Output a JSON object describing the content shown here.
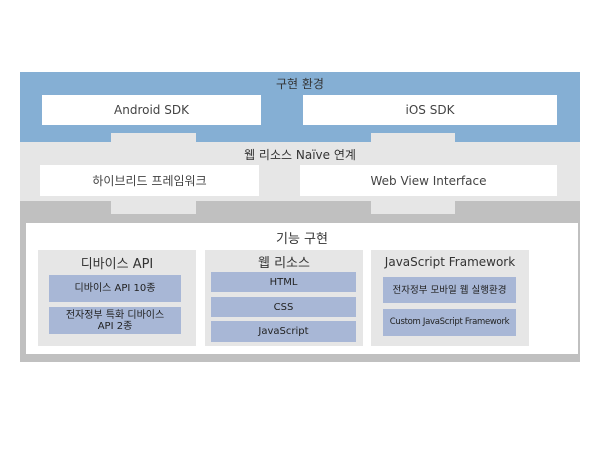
{
  "top": {
    "title": "구현 환경",
    "left": "Android SDK",
    "right": "iOS SDK"
  },
  "mid": {
    "title": "웹 리소스 Naïve 연계",
    "left": "하이브리드 프레임워크",
    "right": "Web View Interface"
  },
  "bottom": {
    "title": "기능 구현",
    "panels": [
      {
        "title": "디바이스 API",
        "items": [
          "디바이스 API 10종",
          "전자정부 특화 디바이스 API 2종"
        ]
      },
      {
        "title": "웹 리소스",
        "items": [
          "HTML",
          "CSS",
          "JavaScript"
        ]
      },
      {
        "title": "JavaScript Framework",
        "items": [
          "전자정부 모바일 웹 실행환경",
          "Custom JavaScript Framework"
        ]
      }
    ]
  },
  "colors": {
    "blue_band": "#85afd4",
    "light_band": "#e6e6e6",
    "gray_band": "#c0c0c0",
    "item": "#a8b7d6"
  }
}
